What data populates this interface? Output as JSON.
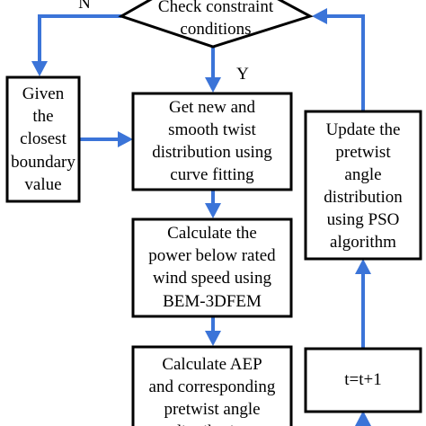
{
  "colors": {
    "arrow": "#3b74d8",
    "border": "#000000",
    "background": "#ffffff"
  },
  "nodes": {
    "check": {
      "lines": [
        "Check constraint",
        "conditions"
      ]
    },
    "given": {
      "lines": [
        "Given",
        "the",
        "closest",
        "boundary",
        "value"
      ]
    },
    "smooth": {
      "lines": [
        "Get new and",
        "smooth twist",
        "distribution using",
        "curve fitting"
      ]
    },
    "power": {
      "lines": [
        "Calculate the",
        "power below rated",
        "wind speed using",
        "BEM-3DFEM"
      ]
    },
    "aep": {
      "lines": [
        "Calculate AEP",
        "and corresponding",
        "pretwist angle",
        "distribution"
      ]
    },
    "update": {
      "lines": [
        "Update the",
        "pretwist",
        "angle",
        "distribution",
        "using PSO",
        "algorithm"
      ]
    },
    "counter": {
      "lines": [
        "t=t+1"
      ]
    }
  },
  "edge_labels": {
    "no": "N",
    "yes": "Y"
  }
}
